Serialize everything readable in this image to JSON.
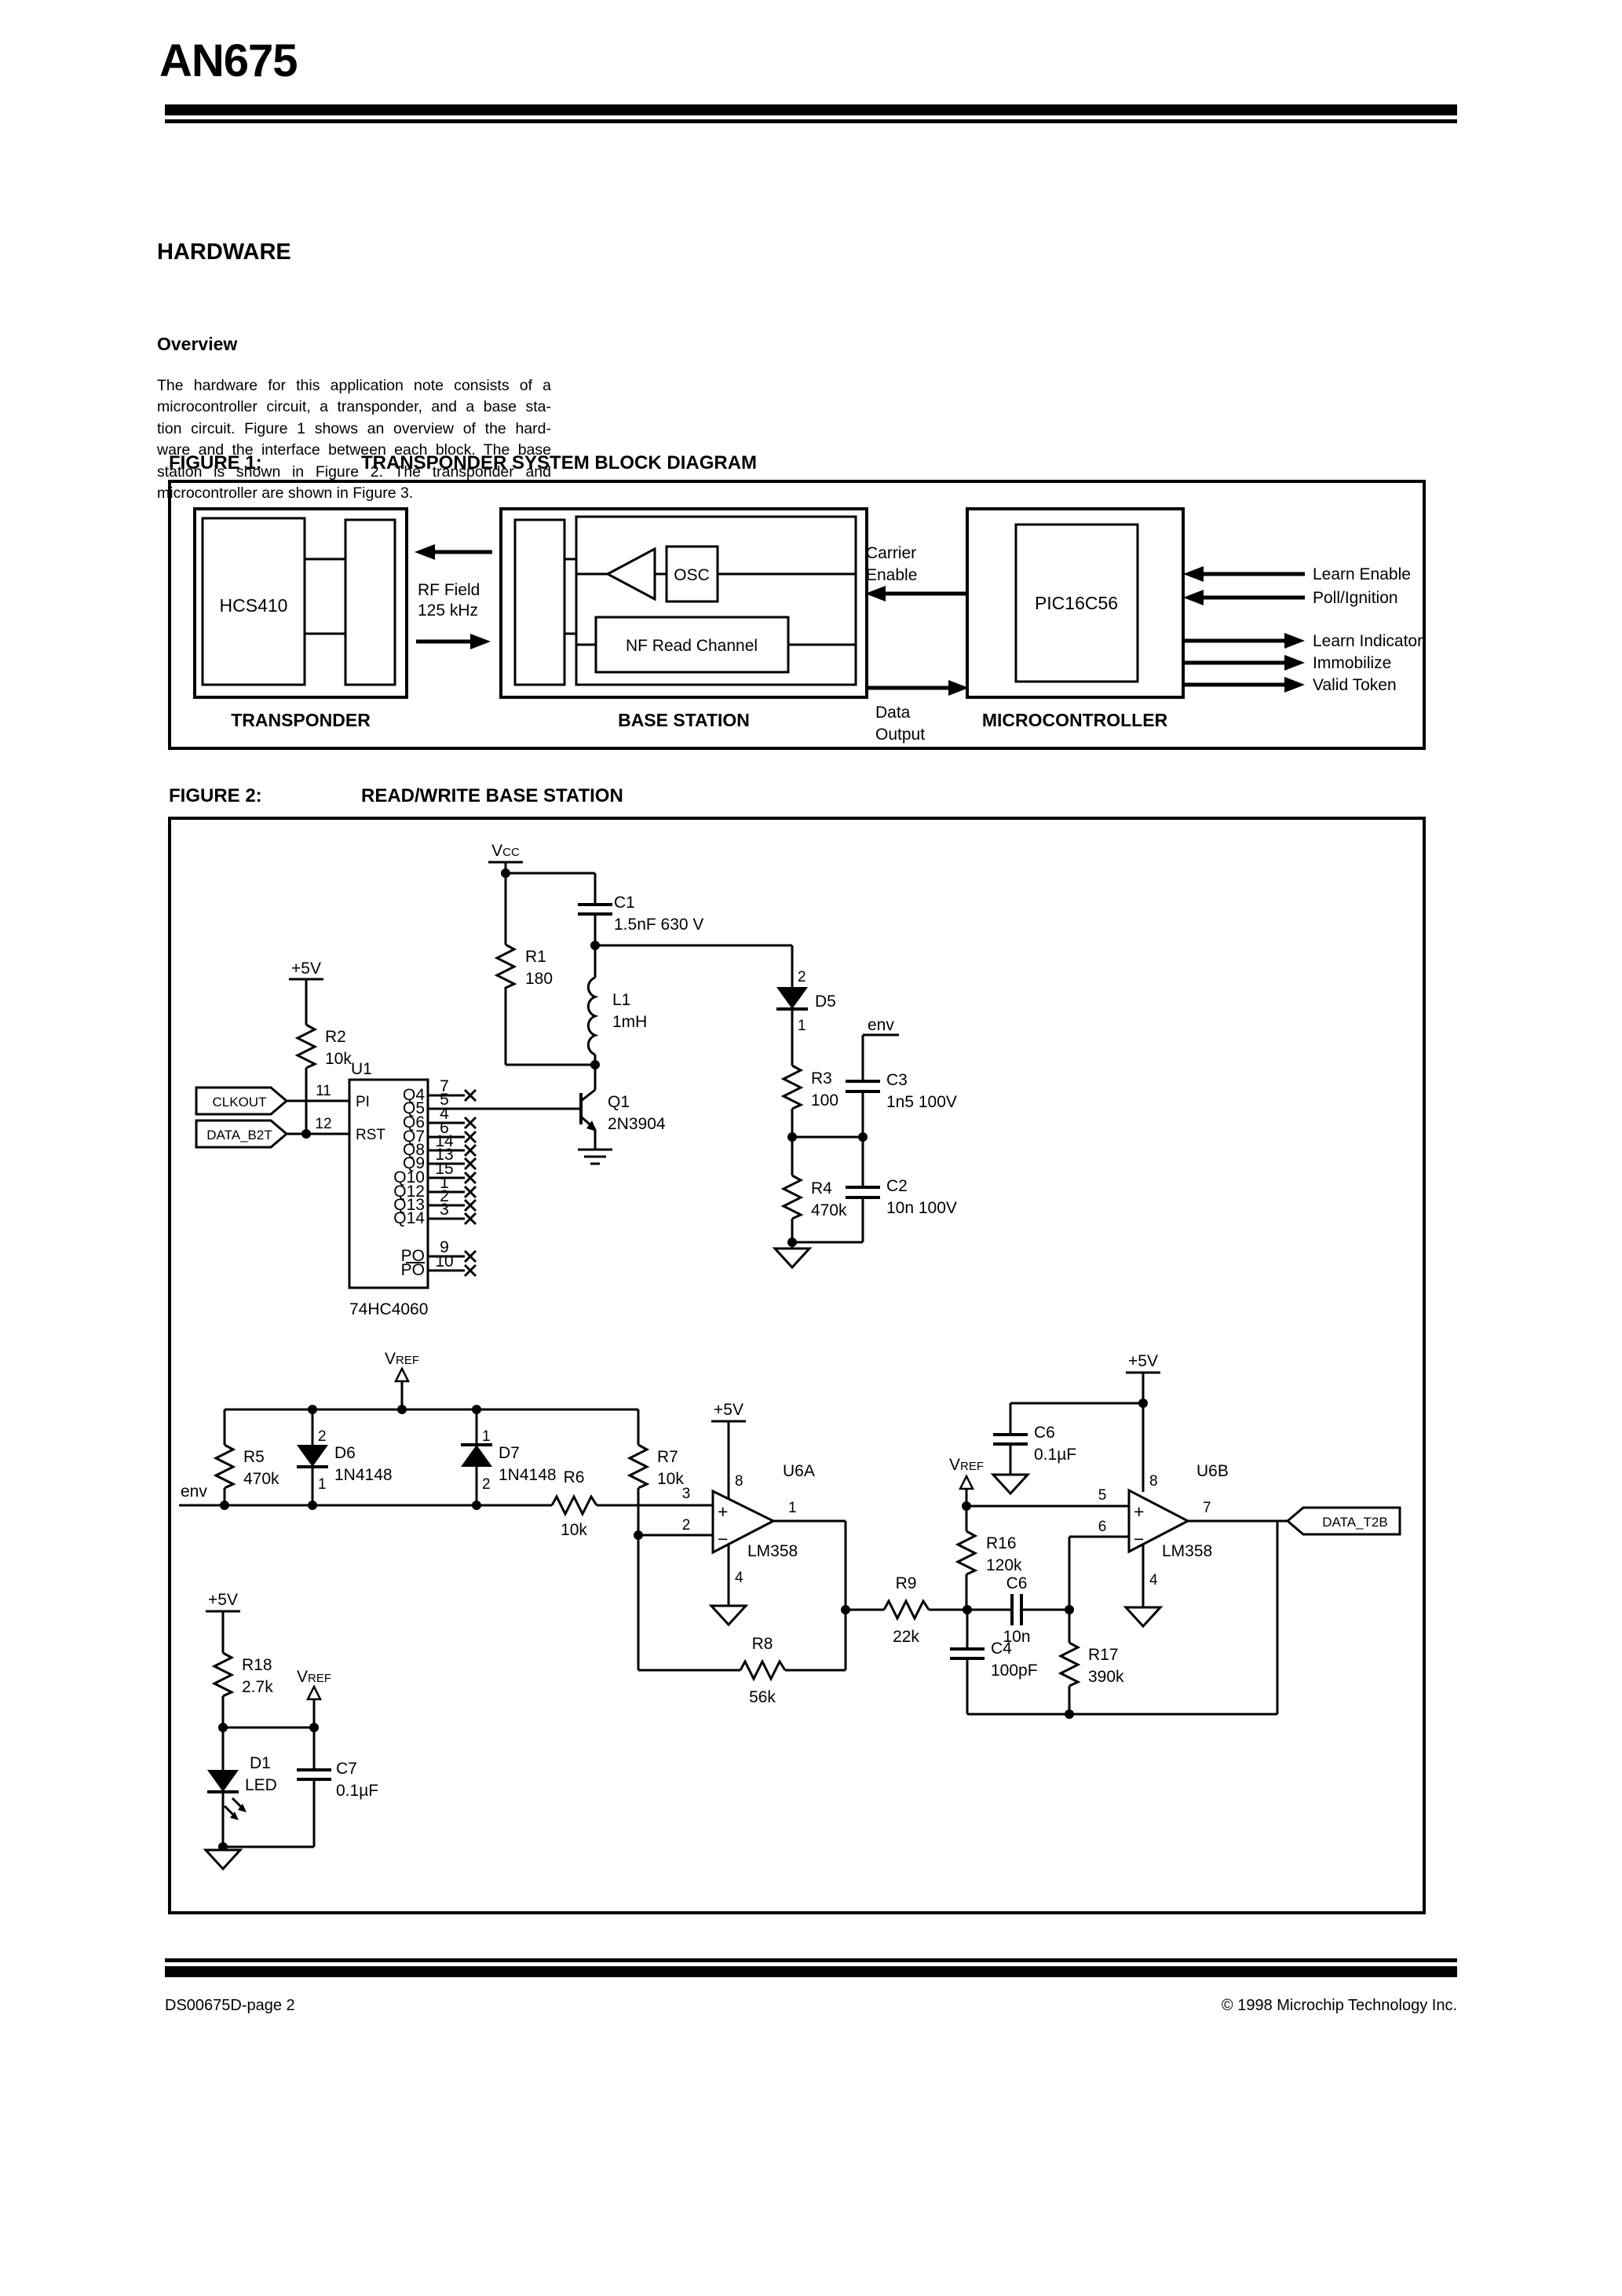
{
  "page": {
    "title": "AN675",
    "heading": "HARDWARE",
    "subheading": "Overview",
    "body_lines": [
      "The hardware for this application note consists of a",
      "microcontroller circuit, a transponder, and a base sta-",
      "tion circuit. Figure 1 shows an overview of the hard-",
      "ware and the interface between each block. The base",
      "station is shown in Figure 2. The transponder and",
      "microcontroller are shown in Figure 3."
    ],
    "footer_left": "DS00675D-page 2",
    "footer_right": "© 1998 Microchip Technology Inc."
  },
  "figure1": {
    "label": "FIGURE 1:",
    "title": "TRANSPONDER SYSTEM BLOCK DIAGRAM",
    "transponder": {
      "chip": "HCS410",
      "caption": "TRANSPONDER"
    },
    "base": {
      "caption": "BASE STATION",
      "osc": "OSC",
      "nf": "NF Read Channel"
    },
    "mcu": {
      "chip": "PIC16C56",
      "caption": "MICROCONTROLLER"
    },
    "rf_line1": "RF Field",
    "rf_line2": "125 kHz",
    "carrier_line1": "Carrier",
    "carrier_line2": "Enable",
    "data_line1": "Data",
    "data_line2": "Output",
    "in1": "Learn Enable",
    "in2": "Poll/Ignition",
    "out1": "Learn Indicator",
    "out2": "Immobilize",
    "out3": "Valid Token"
  },
  "figure2": {
    "label": "FIGURE 2:",
    "title": "READ/WRITE BASE STATION",
    "nets": {
      "vcc_main": "V",
      "vcc_sub": "CC",
      "p5v": "+5V",
      "vref_main": "V",
      "vref_sub": "REF",
      "env": "env"
    },
    "flags": {
      "clkout": "CLKOUT",
      "data_b2t": "DATA_B2T",
      "data_t2b": "DATA_T2B"
    },
    "r1": {
      "ref": "R1",
      "val": "180"
    },
    "c1": {
      "ref": "C1",
      "val": "1.5nF 630 V"
    },
    "l1": {
      "ref": "L1",
      "val": "1mH"
    },
    "r2": {
      "ref": "R2",
      "val": "10k"
    },
    "d5": {
      "ref": "D5",
      "pin_top": "2",
      "pin_bot": "1"
    },
    "r3": {
      "ref": "R3",
      "val": "100"
    },
    "c3": {
      "ref": "C3",
      "val": "1n5 100V"
    },
    "r4": {
      "ref": "R4",
      "val": "470k"
    },
    "c2": {
      "ref": "C2",
      "val": "10n 100V"
    },
    "u1": {
      "ref": "U1",
      "part": "74HC4060",
      "pin11": "11",
      "pin12": "12",
      "pi": "PI",
      "rst": "RST",
      "qpins": [
        {
          "n": "Q4",
          "p": "7"
        },
        {
          "n": "Q5",
          "p": "5"
        },
        {
          "n": "Q6",
          "p": "4"
        },
        {
          "n": "Q7",
          "p": "6"
        },
        {
          "n": "Q8",
          "p": "14"
        },
        {
          "n": "Q9",
          "p": "13"
        },
        {
          "n": "Q10",
          "p": "15"
        },
        {
          "n": "Q12",
          "p": "1"
        },
        {
          "n": "Q13",
          "p": "2"
        },
        {
          "n": "Q14",
          "p": "3"
        }
      ],
      "po": {
        "n": "PO",
        "p": "9"
      },
      "po_bar": {
        "n": "PO",
        "p": "10"
      }
    },
    "q1": {
      "ref": "Q1",
      "part": "2N3904"
    },
    "r5": {
      "ref": "R5",
      "val": "470k"
    },
    "d6": {
      "ref": "D6",
      "part": "1N4148",
      "pin_top": "2",
      "pin_bot": "1"
    },
    "d7": {
      "ref": "D7",
      "part": "1N4148",
      "pin_top": "1",
      "pin_bot": "2"
    },
    "r7": {
      "ref": "R7",
      "val": "10k"
    },
    "r6": {
      "ref": "R6",
      "val": "10k"
    },
    "u6a": {
      "ref": "U6A",
      "part": "LM358",
      "pin_power": "8",
      "pin_plus": "3",
      "pin_minus": "2",
      "pin_out": "1",
      "pin_gnd": "4",
      "plus": "+",
      "minus": "−"
    },
    "r8": {
      "ref": "R8",
      "val": "56k"
    },
    "r9": {
      "ref": "R9",
      "val": "22k"
    },
    "r16": {
      "ref": "R16",
      "val": "120k"
    },
    "c6a": {
      "ref": "C6",
      "val": "0.1µF"
    },
    "c6b": {
      "ref": "C6",
      "val": "10n"
    },
    "c4": {
      "ref": "C4",
      "val": "100pF"
    },
    "r17": {
      "ref": "R17",
      "val": "390k"
    },
    "u6b": {
      "ref": "U6B",
      "part": "LM358",
      "pin_power": "8",
      "pin_plus": "5",
      "pin_minus": "6",
      "pin_out": "7",
      "pin_gnd": "4",
      "plus": "+",
      "minus": "−"
    },
    "r18": {
      "ref": "R18",
      "val": "2.7k"
    },
    "d1": {
      "ref": "D1",
      "part": "LED"
    },
    "c7": {
      "ref": "C7",
      "val": "0.1µF"
    }
  }
}
